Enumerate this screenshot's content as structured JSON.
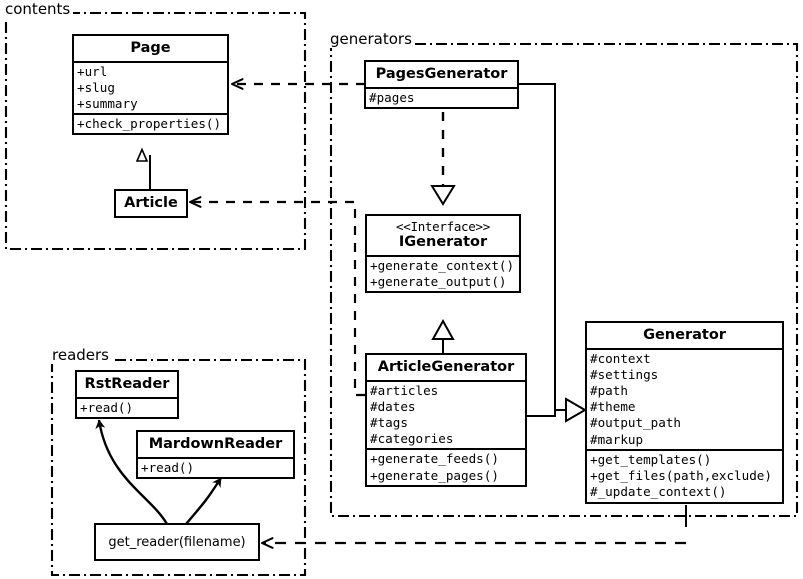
{
  "diagram": {
    "kind": "uml-class-diagram",
    "background": "#ffffff",
    "line_color": "#000000"
  },
  "packages": [
    {
      "id": "contents",
      "label": "contents"
    },
    {
      "id": "generators",
      "label": "generators"
    },
    {
      "id": "readers",
      "label": "readers"
    }
  ],
  "classes": {
    "page": {
      "name": "Page",
      "attributes": [
        "+url",
        "+slug",
        "+summary"
      ],
      "operations": [
        "+check_properties()"
      ]
    },
    "article": {
      "name": "Article",
      "attributes": [],
      "operations": []
    },
    "pages_generator": {
      "name": "PagesGenerator",
      "attributes": [
        "#pages"
      ],
      "operations": []
    },
    "igenerator": {
      "stereotype": "<<Interface>>",
      "name": "IGenerator",
      "attributes": [],
      "operations": [
        "+generate_context()",
        "+generate_output()"
      ]
    },
    "article_generator": {
      "name": "ArticleGenerator",
      "attributes": [
        "#articles",
        "#dates",
        "#tags",
        "#categories"
      ],
      "operations": [
        "+generate_feeds()",
        "+generate_pages()"
      ]
    },
    "generator": {
      "name": "Generator",
      "attributes": [
        "#context",
        "#settings",
        "#path",
        "#theme",
        "#output_path",
        "#markup"
      ],
      "operations": [
        "+get_templates()",
        "+get_files(path,exclude)",
        "#_update_context()"
      ]
    },
    "rst_reader": {
      "name": "RstReader",
      "attributes": [],
      "operations": [
        "+read()"
      ]
    },
    "markdown_reader": {
      "name": "MardownReader",
      "attributes": [],
      "operations": [
        "+read()"
      ]
    },
    "get_reader": {
      "name": "get_reader(filename)"
    }
  },
  "relationships": [
    {
      "type": "generalization",
      "from": "Article",
      "to": "Page",
      "style": "solid-hollow-triangle"
    },
    {
      "type": "realization",
      "from": "PagesGenerator",
      "to": "IGenerator",
      "style": "dashed-hollow-triangle"
    },
    {
      "type": "generalization",
      "from": "ArticleGenerator",
      "to": "IGenerator",
      "style": "solid-hollow-triangle"
    },
    {
      "type": "generalization",
      "from": "PagesGenerator",
      "to": "Generator",
      "style": "solid-hollow-triangle"
    },
    {
      "type": "generalization",
      "from": "ArticleGenerator",
      "to": "Generator",
      "style": "solid-hollow-triangle"
    },
    {
      "type": "dependency",
      "from": "PagesGenerator",
      "to": "Page",
      "style": "dashed-open-arrow"
    },
    {
      "type": "dependency",
      "from": "ArticleGenerator",
      "to": "Article",
      "style": "dashed-open-arrow"
    },
    {
      "type": "dependency",
      "from": "Generator",
      "to": "get_reader",
      "style": "dashed-open-arrow"
    },
    {
      "type": "creates",
      "from": "get_reader",
      "to": "RstReader",
      "style": "curved-solid-arrow"
    },
    {
      "type": "creates",
      "from": "get_reader",
      "to": "MardownReader",
      "style": "curved-solid-arrow"
    }
  ]
}
